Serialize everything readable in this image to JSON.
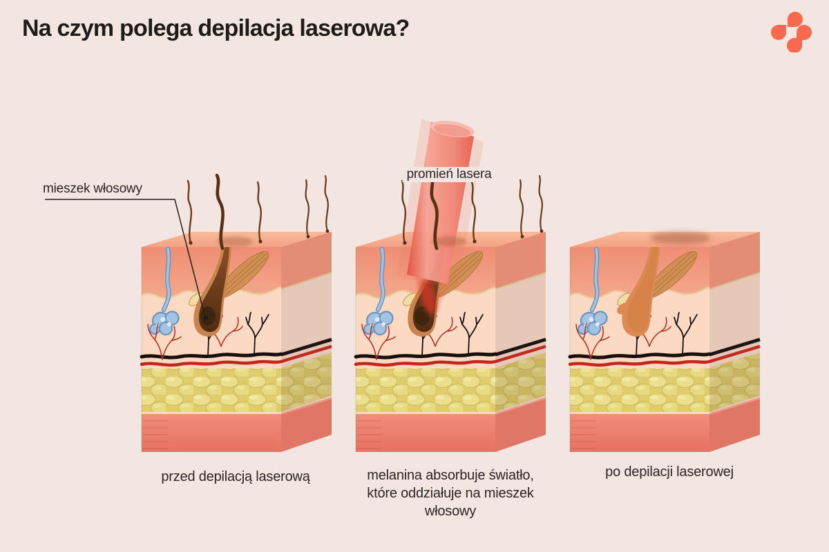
{
  "title": "Na czym polega depilacja laserowa?",
  "logo": {
    "name": "four-petal-pinwheel-logo",
    "petal_count": 4,
    "color": "#f9694e"
  },
  "annotations": {
    "follicle_label": "mieszek włosowy",
    "laser_label": "promień lasera"
  },
  "panels": [
    {
      "id": "before",
      "caption": "przed depilacją laserową",
      "depicts": [
        "skin cross-section block",
        "hairs",
        "pigmented hair follicle",
        "sweat gland",
        "arrector pili muscle",
        "sebaceous gland",
        "capillaries",
        "nerves",
        "epidermis",
        "dermis",
        "blood vessel lines",
        "subcutaneous fat",
        "muscle layer"
      ]
    },
    {
      "id": "during",
      "caption": "melanina absorbuje światło,\nktóre oddziałuje na mieszek\nwłosowy",
      "depicts": [
        "skin cross-section block",
        "laser beam entering skin",
        "melanin in follicle glowing red",
        "hairs"
      ]
    },
    {
      "id": "after",
      "caption": "po depilacji laserowej",
      "depicts": [
        "skin cross-section block",
        "empty pale follicle",
        "no hairs",
        "dark surface mark"
      ]
    }
  ],
  "palette": {
    "background": "#f3e5e0",
    "accent_logo": "#f9694e",
    "epidermis": "#ef9077",
    "dermis": "#fcd9c3",
    "fat_layer": "#e7d87b",
    "muscle_layer": "#ee8170",
    "vessel_black_line": "#17100e",
    "vessel_red_line": "#c3271b",
    "hair_brown": "#5a3014",
    "follicle_before": "#6e3c1e",
    "follicle_glow": "#cc3828",
    "follicle_after": "#dc8953",
    "laser_beam": "#ed5f4c",
    "sweat_gland_blue": "#a3c3e0",
    "text": "#2c2525"
  }
}
